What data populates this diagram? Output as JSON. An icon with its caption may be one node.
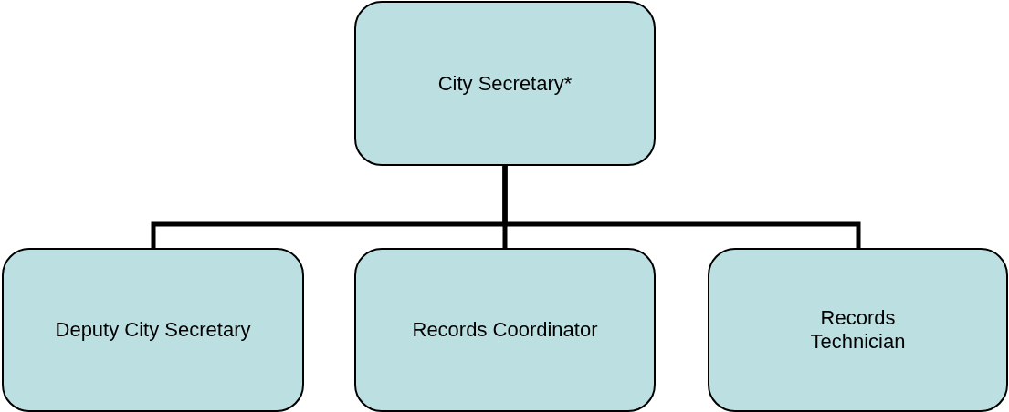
{
  "diagram": {
    "nodes": [
      {
        "text": [
          "City Secretary*"
        ]
      },
      {
        "text": [
          "Deputy City Secretary"
        ]
      },
      {
        "text": [
          "Records Coordinator"
        ]
      },
      {
        "text": [
          "Records Technician"
        ]
      }
    ],
    "edges": [
      {
        "from": 0,
        "to": 1,
        "arrow": "none"
      },
      {
        "from": 0,
        "to": 2,
        "arrow": "none"
      },
      {
        "from": 0,
        "to": 3,
        "arrow": "none"
      }
    ]
  }
}
